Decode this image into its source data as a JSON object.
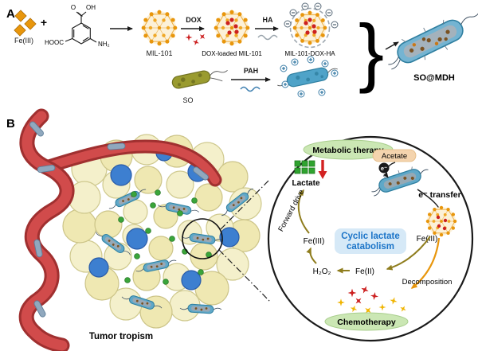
{
  "figure": {
    "panel_a": {
      "label": "A",
      "fe_label": "Fe(III)",
      "plus_sign": "+",
      "ligand": {
        "o": "O",
        "oh": "OH",
        "hooc": "HOOC",
        "nh2": "NH₂"
      },
      "mil101_label": "MIL-101",
      "dox_label": "DOX",
      "dox_loaded_label": "DOX-loaded MIL-101",
      "ha_label": "HA",
      "mdh_label": "MIL-101-DOX-HA",
      "so_label": "SO",
      "pah_label": "PAH",
      "brace": "}",
      "product_label": "SO@MDH"
    },
    "panel_b": {
      "label": "B",
      "tumor_label": "Tumor tropism",
      "cycle": {
        "metabolic_therapy": "Metabolic therapy",
        "acetate": "Acetate",
        "electron": "e⁻",
        "lactate": "Lactate",
        "e_transfer": "e⁻ transfer",
        "fe3_right": "Fe(III)",
        "cyclic_line1": "Cyclic lactate",
        "cyclic_line2": "catabolism",
        "forward_drive": "Forward drive",
        "fe3_left": "Fe(III)",
        "h2o2": "H₂O₂",
        "fe2": "Fe(II)",
        "decomposition": "Decomposition",
        "chemotherapy": "Chemotherapy"
      }
    },
    "colors": {
      "mof_orange": "#E8960C",
      "dox_red": "#CC2020",
      "bacteria_blue": "#5FA8C8",
      "so_olive": "#9A9B2F",
      "vessel_red": "#C94040",
      "therapy_green": "#CBE7B4",
      "acetate_peach": "#F4D4AE",
      "cyclic_blue": "#1B74C8",
      "cyclic_bg": "#D6E9F7"
    }
  }
}
